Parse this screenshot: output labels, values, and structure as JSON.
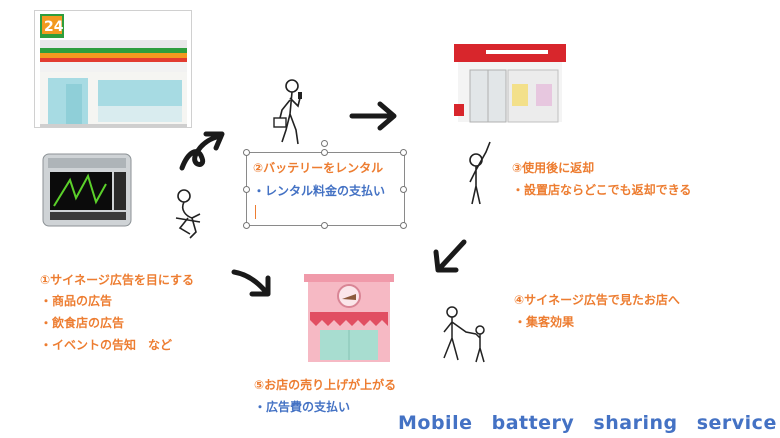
{
  "steps": [
    {
      "title": "①サイネージ広告を目にする",
      "bullets": [
        "・商品の広告",
        "・飲食店の広告",
        "・イベントの告知　など"
      ]
    },
    {
      "title": "②バッテリーをレンタル",
      "bullets": [
        "・レンタル料金の支払い"
      ]
    },
    {
      "title": "③使用後に返却",
      "bullets": [
        "・設置店ならどこでも返却できる"
      ]
    },
    {
      "title": "④サイネージ広告で見たお店へ",
      "bullets": [
        "・集客効果"
      ]
    },
    {
      "title": "⑤お店の売り上げが上がる",
      "bullets": [
        "・広告費の支払い"
      ]
    }
  ],
  "store_sign": "24",
  "footer": "Mobile battery sharing service",
  "colors": {
    "step_title": "#ED7D31",
    "bullet_blue": "#4472C4",
    "footer": "#4472C4"
  }
}
